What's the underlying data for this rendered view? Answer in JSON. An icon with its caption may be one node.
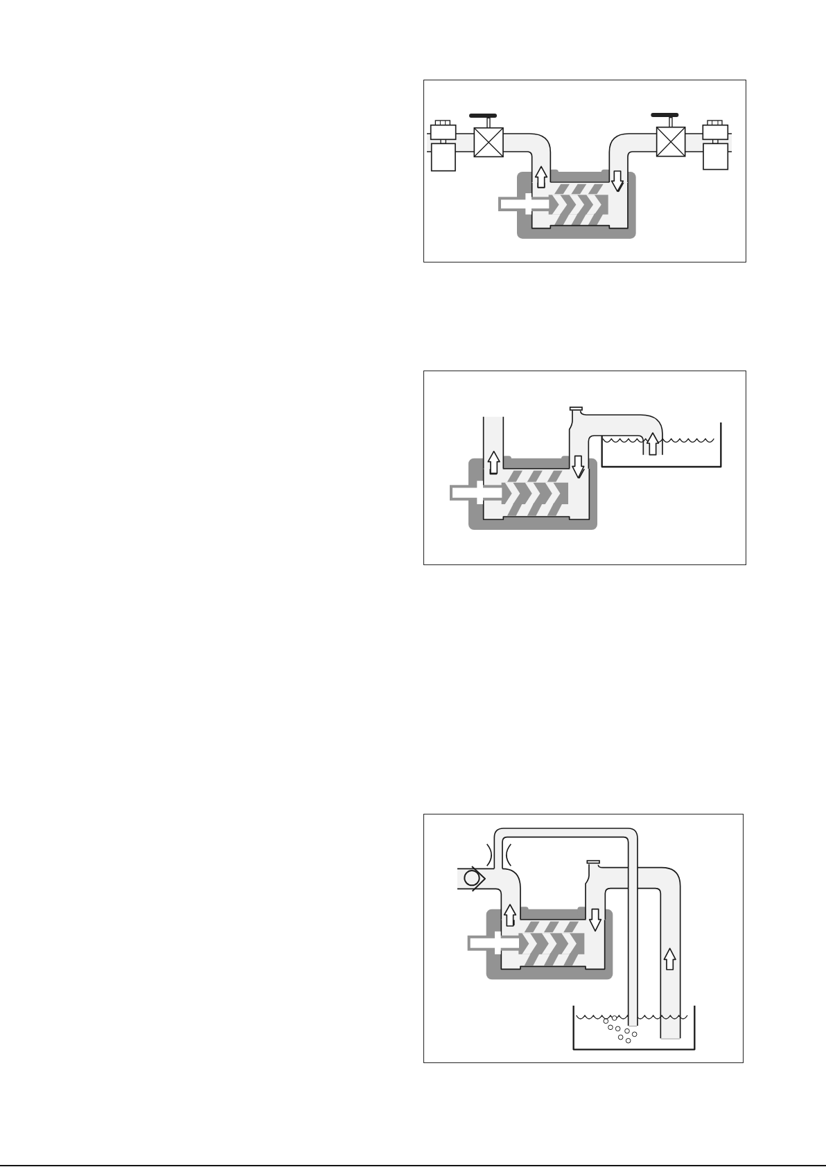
{
  "diagram": {
    "nodes": [
      {
        "text": [],
        "shape": "picture"
      },
      {
        "text": [],
        "shape": "picture"
      },
      {
        "text": [],
        "shape": "picture"
      }
    ]
  }
}
